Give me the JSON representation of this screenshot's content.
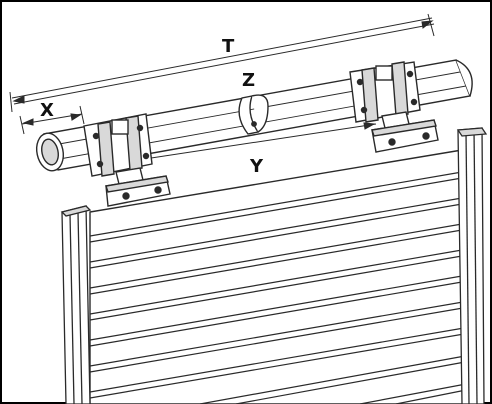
{
  "diagram": {
    "labels": {
      "t": "T",
      "z": "Z",
      "x": "X",
      "y": "Y"
    },
    "colors": {
      "frame": "#000000",
      "line": "#2a2a2a",
      "shade": "#d9d9d9",
      "background": "#ffffff"
    }
  }
}
